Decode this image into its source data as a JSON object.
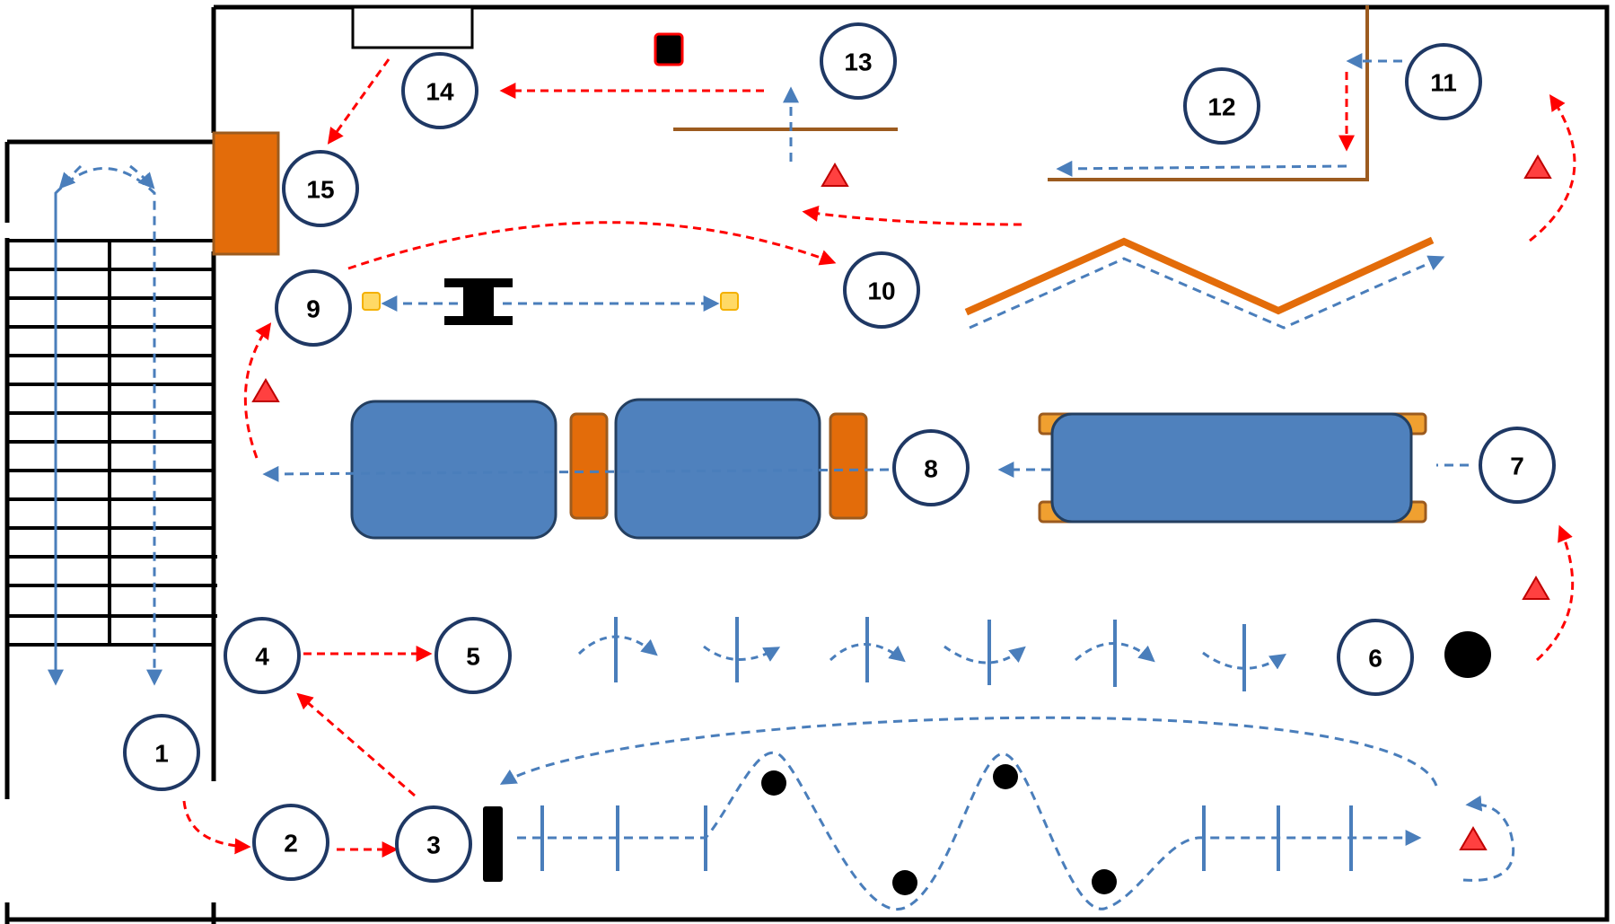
{
  "stations": [
    {
      "id": "station-1",
      "label": "1"
    },
    {
      "id": "station-2",
      "label": "2"
    },
    {
      "id": "station-3",
      "label": "3"
    },
    {
      "id": "station-4",
      "label": "4"
    },
    {
      "id": "station-5",
      "label": "5"
    },
    {
      "id": "station-6",
      "label": "6"
    },
    {
      "id": "station-7",
      "label": "7"
    },
    {
      "id": "station-8",
      "label": "8"
    },
    {
      "id": "station-9",
      "label": "9"
    },
    {
      "id": "station-10",
      "label": "10"
    },
    {
      "id": "station-11",
      "label": "11"
    },
    {
      "id": "station-12",
      "label": "12"
    },
    {
      "id": "station-13",
      "label": "13"
    },
    {
      "id": "station-14",
      "label": "14"
    },
    {
      "id": "station-15",
      "label": "15"
    }
  ],
  "colors": {
    "walls": "#000000",
    "circle_stroke": "#1f3864",
    "blue_path": "#4a7ebb",
    "red_path": "#ff0000",
    "orange": "#e36c0a",
    "brown_beam": "#9c5b1f",
    "mat_blue": "#4f81bd",
    "mat_border": "#243f60",
    "cone_red": "#ff4040",
    "marker_yellow": "#ffd966"
  },
  "legend_icons": [
    "cone-icon",
    "ball-icon",
    "hurdle-icon",
    "mat-icon",
    "beam-icon",
    "bench-icon"
  ]
}
